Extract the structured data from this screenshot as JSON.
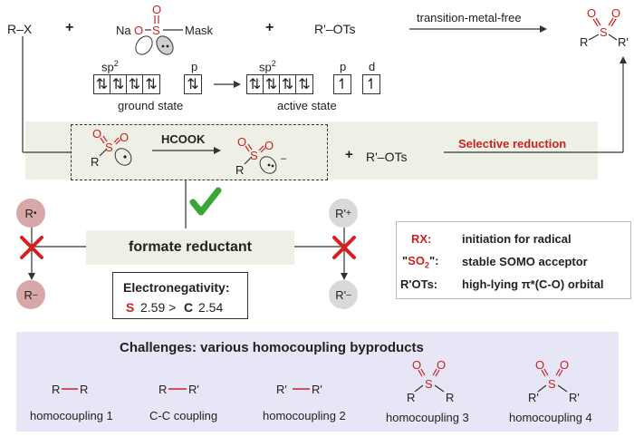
{
  "top": {
    "rx": "R–X",
    "plus1": "+",
    "na": "Na",
    "o_atom": "O",
    "s_atom": "S",
    "o_top": "O",
    "mask": "Mask",
    "plus2": "+",
    "rots": "R'–OTs",
    "transition_label": "transition-metal-free",
    "product_r": "R",
    "product_rp": "R'",
    "product_s": "S",
    "product_o1": "O",
    "product_o2": "O"
  },
  "orbitals": {
    "sp2_label_1": "sp",
    "sp2_sup_1": "2",
    "p_label_1": "p",
    "ground_state": "ground state",
    "sp2_label_2": "sp",
    "sp2_sup_2": "2",
    "p_label_2": "p",
    "d_label_2": "d",
    "active_state": "active state"
  },
  "reduction": {
    "r_left": "R",
    "s_left": "S",
    "o1_left": "O",
    "o2_left": "O",
    "hcook": "HCOOK",
    "r_right": "R",
    "s_right": "S",
    "o1_right": "O",
    "o2_right": "O",
    "minus": "–",
    "plus": "+",
    "rots": "R'–OTs",
    "selective": "Selective reduction"
  },
  "middle": {
    "r_radical": "R",
    "r_radical_sup": "•",
    "r_anion_left": "R",
    "r_anion_left_sup": "–",
    "r_cation": "R'",
    "r_cation_sup": "+",
    "r_anion_right": "R'",
    "r_anion_right_sup": "–",
    "reductant": "formate reductant",
    "en_title": "Electronegativity:",
    "en_s": "S",
    "en_s_val": "2.59 >",
    "en_c": "C",
    "en_c_val": "2.54"
  },
  "info": {
    "rows": [
      {
        "key": "RX:",
        "val": "initiation for radical"
      },
      {
        "key_pre": "\"",
        "key_mid": "SO",
        "key_sub": "2",
        "key_post": "\":",
        "val": "stable SOMO acceptor"
      },
      {
        "key": "R'OTs:",
        "val": "high-lying π*(C-O) orbital"
      }
    ]
  },
  "challenges": {
    "title": "Challenges: various homocoupling byproducts",
    "items": [
      {
        "left": "R",
        "right": "R",
        "label": "homocoupling 1"
      },
      {
        "left": "R",
        "right": "R'",
        "label": "C-C coupling"
      },
      {
        "left": "R'",
        "right": "R'",
        "label": "homocoupling 2"
      },
      {
        "left": "R",
        "right": "R",
        "label": "homocoupling 3"
      },
      {
        "left": "R'",
        "right": "R'",
        "label": "homocoupling 4"
      }
    ],
    "sulfone_s": "S",
    "sulfone_o": "O"
  },
  "colors": {
    "accent_red": "#cc2222",
    "check_green": "#3aa635",
    "band": "#eef0e6",
    "challenge_bg": "#e7e6f6",
    "radical_circle": "#d8a7a7",
    "cation_circle": "#d9d9d9"
  }
}
